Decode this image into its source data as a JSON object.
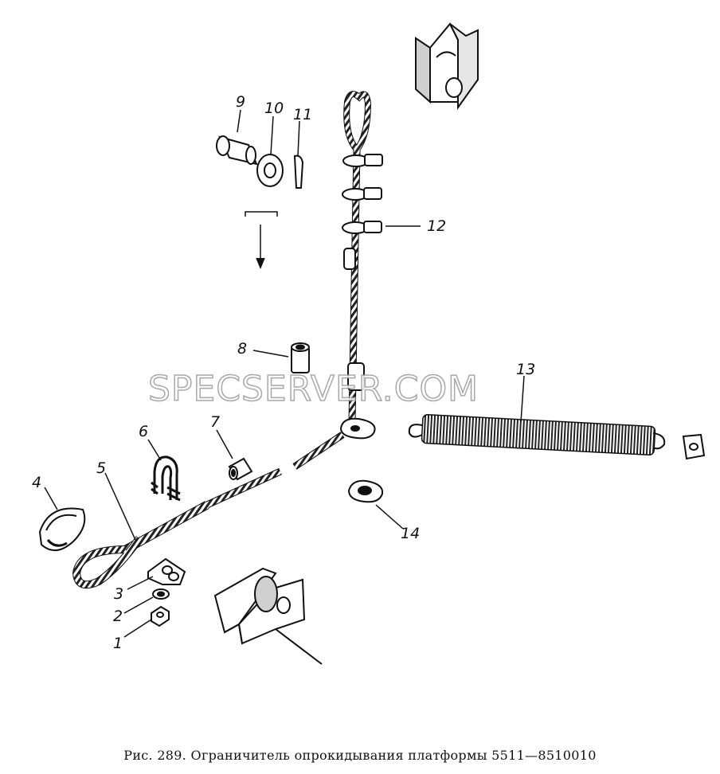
{
  "callouts": {
    "c1": "1",
    "c2": "2",
    "c3": "3",
    "c4": "4",
    "c5": "5",
    "c6": "6",
    "c7": "7",
    "c8": "8",
    "c9": "9",
    "c10": "10",
    "c11": "11",
    "c12": "12",
    "c13": "13",
    "c14": "14"
  },
  "watermark": "SPECSERVER.COM",
  "caption": "Рис. 289. Ограничитель опрокидывания платформы 5511—8510010"
}
